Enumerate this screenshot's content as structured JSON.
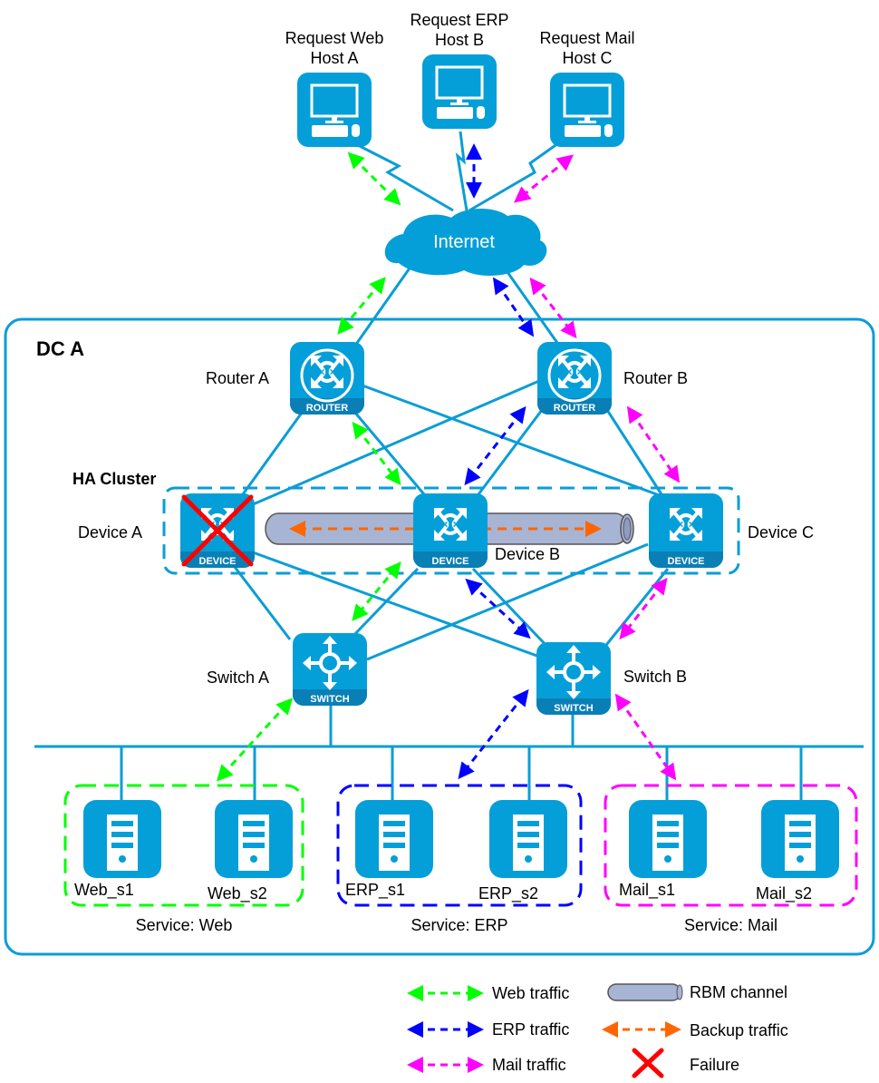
{
  "hosts": [
    {
      "id": "host-a",
      "line1": "Request Web",
      "line2": "Host A"
    },
    {
      "id": "host-b",
      "line1": "Request ERP",
      "line2": "Host B"
    },
    {
      "id": "host-c",
      "line1": "Request Mail",
      "line2": "Host C"
    }
  ],
  "internet": {
    "label": "Internet"
  },
  "datacenter": {
    "label": "DC A"
  },
  "routers": [
    {
      "id": "router-a",
      "label": "Router A",
      "badge": "ROUTER"
    },
    {
      "id": "router-b",
      "label": "Router B",
      "badge": "ROUTER"
    }
  ],
  "cluster": {
    "label": "HA Cluster"
  },
  "devices": [
    {
      "id": "device-a",
      "label": "Device A",
      "badge": "DEVICE",
      "failed": true
    },
    {
      "id": "device-b",
      "label": "Device B",
      "badge": "DEVICE",
      "failed": false
    },
    {
      "id": "device-c",
      "label": "Device C",
      "badge": "DEVICE",
      "failed": false
    }
  ],
  "switches": [
    {
      "id": "switch-a",
      "label": "Switch A",
      "badge": "SWITCH"
    },
    {
      "id": "switch-b",
      "label": "Switch B",
      "badge": "SWITCH"
    }
  ],
  "services": [
    {
      "id": "web",
      "label": "Service: Web",
      "color": "#00ff00",
      "servers": [
        "Web_s1",
        "Web_s2"
      ]
    },
    {
      "id": "erp",
      "label": "Service: ERP",
      "color": "#0000ff",
      "servers": [
        "ERP_s1",
        "ERP_s2"
      ]
    },
    {
      "id": "mail",
      "label": "Service: Mail",
      "color": "#ff00ff",
      "servers": [
        "Mail_s1",
        "Mail_s2"
      ]
    }
  ],
  "colors": {
    "web": "#00ff00",
    "erp": "#0000ff",
    "mail": "#ff00ff",
    "backup": "#ff6600",
    "failure": "#ff0000",
    "rbm": "#a8b4d4",
    "link": "#0b9dd6",
    "icon": "#049fd9"
  },
  "legend": {
    "web": "Web traffic",
    "erp": "ERP traffic",
    "mail": "Mail traffic",
    "rbm": "RBM channel",
    "backup": "Backup traffic",
    "failure": "Failure"
  }
}
